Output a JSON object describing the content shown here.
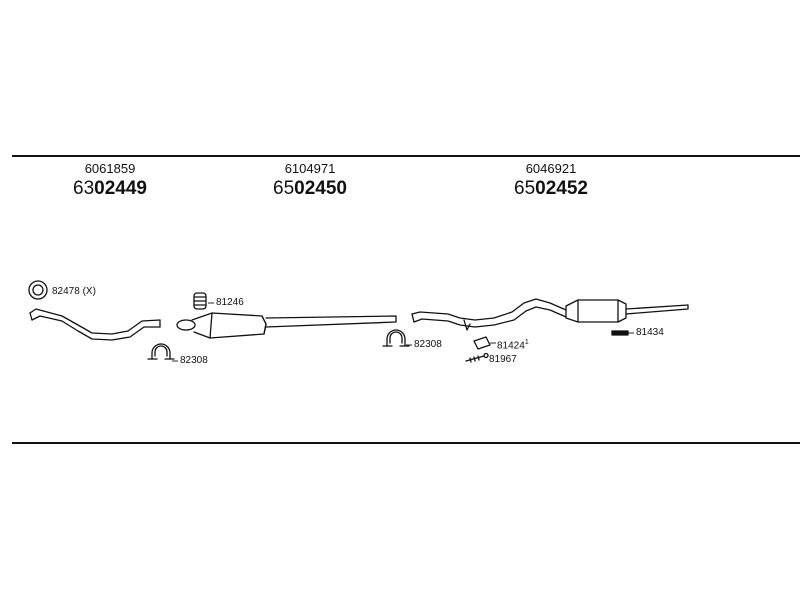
{
  "sections": [
    {
      "oe": "6061859",
      "prefix": "63",
      "number": "02449"
    },
    {
      "oe": "6104971",
      "prefix": "65",
      "number": "02450"
    },
    {
      "oe": "6046921",
      "prefix": "65",
      "number": "02452"
    }
  ],
  "labels": {
    "gasket_front": "82478 (X)",
    "rubber_ring": "81246",
    "clamp_1": "82308",
    "clamp_2": "82308",
    "hanger_1": "81424",
    "hanger_1_sup": "1",
    "bolt": "81967",
    "tail_bracket": "81434"
  }
}
